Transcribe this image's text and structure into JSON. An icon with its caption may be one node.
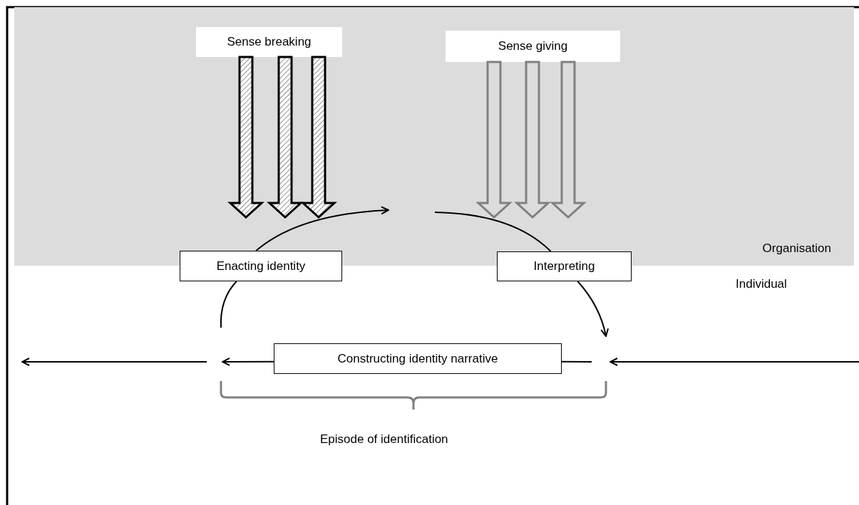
{
  "diagram": {
    "nodes": [
      {
        "text": [
          "Organisation"
        ]
      },
      {
        "text": [
          "Sense breaking"
        ],
        "in": 0
      },
      {
        "text": [
          "Sense giving"
        ],
        "in": 0
      },
      {
        "text": [
          "Enacting identity"
        ]
      },
      {
        "text": [
          "Interpreting"
        ]
      },
      {
        "text": [
          "Constructing identity narrative"
        ]
      }
    ],
    "edges": [
      {
        "from": 1,
        "to": null,
        "arrow": "to",
        "style": "thick"
      },
      {
        "from": 1,
        "to": null,
        "arrow": "to",
        "style": "thick"
      },
      {
        "from": 1,
        "to": null,
        "arrow": "to",
        "style": "thick"
      },
      {
        "from": 2,
        "to": null,
        "arrow": "to",
        "style": "thick",
        "color": "#808080"
      },
      {
        "from": 2,
        "to": null,
        "arrow": "to",
        "style": "thick",
        "color": "#808080"
      },
      {
        "from": 2,
        "to": null,
        "arrow": "to",
        "style": "thick",
        "color": "#808080"
      },
      {
        "from": 3,
        "to": null,
        "arrow": "to"
      },
      {
        "from": null,
        "to": 4,
        "arrow": "none"
      },
      {
        "from": 4,
        "to": null,
        "arrow": "to"
      },
      {
        "from": null,
        "to": 3,
        "arrow": "none"
      },
      {
        "from": null,
        "to": 5,
        "arrow": "none"
      },
      {
        "from": 5,
        "to": null,
        "arrow": "to"
      }
    ],
    "labels": [
      "Individual",
      "Episode of identification"
    ]
  }
}
